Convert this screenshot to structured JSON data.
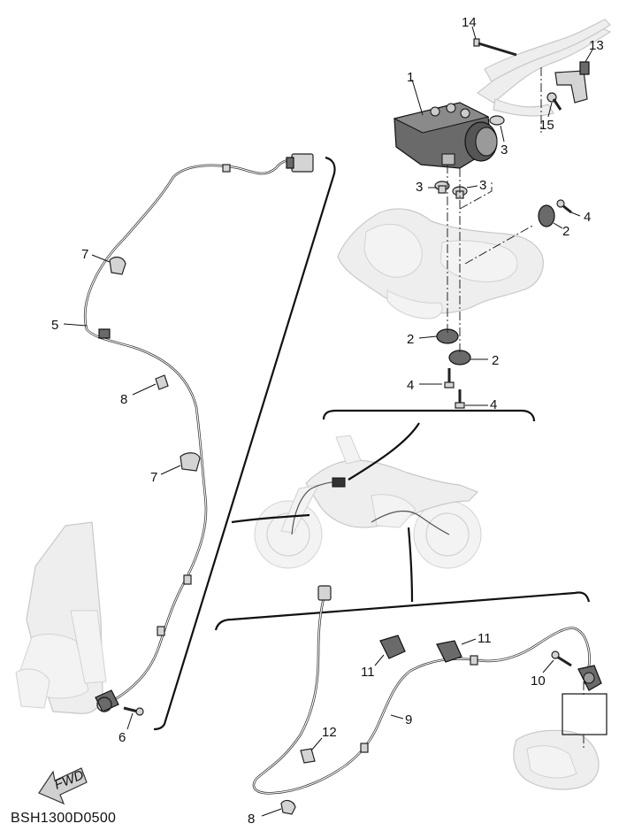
{
  "diagram": {
    "code": "BSH1300D0500",
    "fwd_label": "FWD",
    "callouts": [
      "1",
      "2",
      "2",
      "2",
      "3",
      "3",
      "3",
      "4",
      "4",
      "4",
      "5",
      "6",
      "7",
      "7",
      "8",
      "8",
      "9",
      "10",
      "11",
      "11",
      "12",
      "13",
      "14",
      "15"
    ]
  }
}
